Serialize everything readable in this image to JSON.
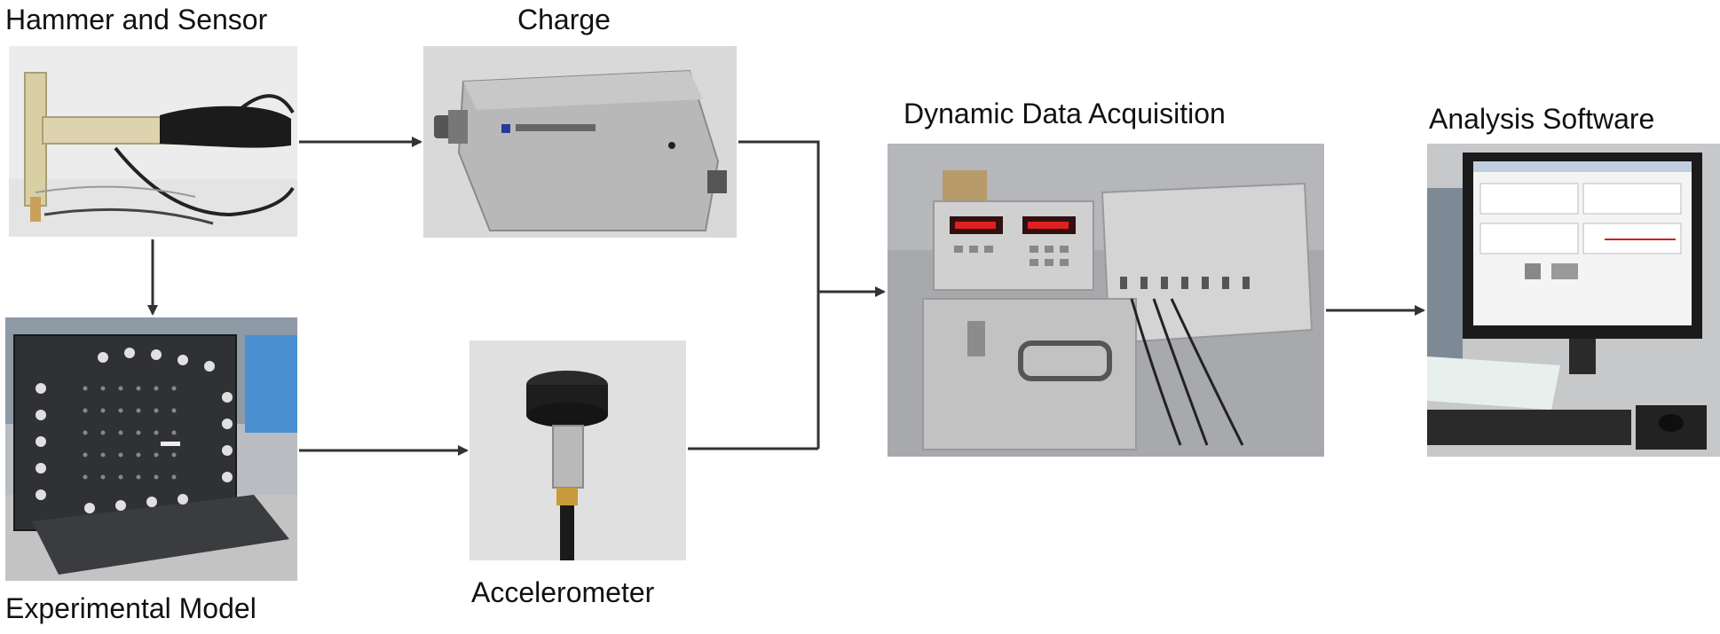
{
  "labels": {
    "hammer": "Hammer and Sensor",
    "charge": "Charge",
    "model": "Experimental Model",
    "accelerometer": "Accelerometer",
    "daq": "Dynamic Data Acquisition",
    "software": "Analysis Software"
  },
  "colors": {
    "arrow": "#333333",
    "text": "#111111",
    "daq_display": "#e02020"
  },
  "icons": [
    "hammer-sensor-photo",
    "charge-amplifier-photo",
    "experimental-model-photo",
    "accelerometer-photo",
    "data-acquisition-photo",
    "analysis-software-photo"
  ]
}
